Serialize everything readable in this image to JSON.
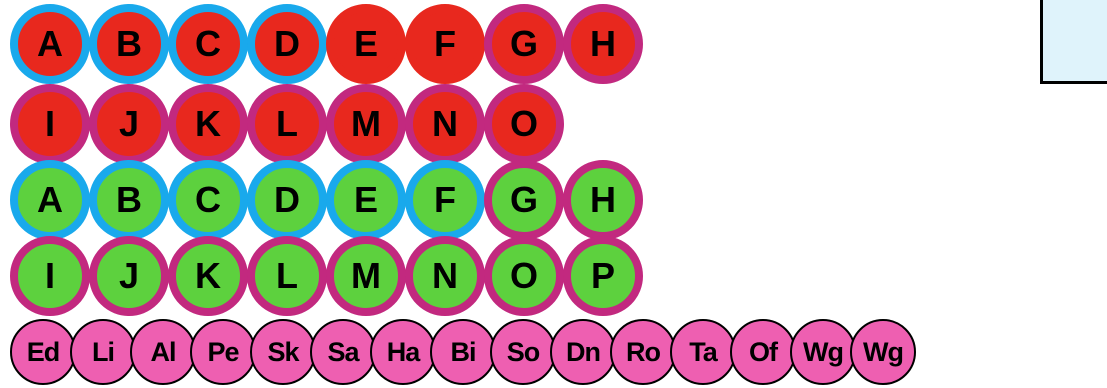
{
  "colors": {
    "red": "#e8281e",
    "green": "#5dd13e",
    "blue_ring": "#19a9ec",
    "magenta_ring": "#c2297f",
    "pink": "#ee5fb1",
    "outline": "#000000",
    "box_fill": "#dff3fb"
  },
  "rows": [
    {
      "kind": "big",
      "tokens": [
        {
          "label": "A",
          "fill": "red",
          "ring": "blue_ring"
        },
        {
          "label": "B",
          "fill": "red",
          "ring": "blue_ring"
        },
        {
          "label": "C",
          "fill": "red",
          "ring": "blue_ring"
        },
        {
          "label": "D",
          "fill": "red",
          "ring": "blue_ring"
        },
        {
          "label": "E",
          "fill": "red",
          "ring": "red"
        },
        {
          "label": "F",
          "fill": "red",
          "ring": "red"
        },
        {
          "label": "G",
          "fill": "red",
          "ring": "magenta_ring"
        },
        {
          "label": "H",
          "fill": "red",
          "ring": "magenta_ring"
        }
      ]
    },
    {
      "kind": "big",
      "tokens": [
        {
          "label": "I",
          "fill": "red",
          "ring": "magenta_ring"
        },
        {
          "label": "J",
          "fill": "red",
          "ring": "magenta_ring"
        },
        {
          "label": "K",
          "fill": "red",
          "ring": "magenta_ring"
        },
        {
          "label": "L",
          "fill": "red",
          "ring": "magenta_ring"
        },
        {
          "label": "M",
          "fill": "red",
          "ring": "magenta_ring"
        },
        {
          "label": "N",
          "fill": "red",
          "ring": "magenta_ring"
        },
        {
          "label": "O",
          "fill": "red",
          "ring": "magenta_ring"
        }
      ]
    },
    {
      "kind": "big",
      "tokens": [
        {
          "label": "A",
          "fill": "green",
          "ring": "blue_ring"
        },
        {
          "label": "B",
          "fill": "green",
          "ring": "blue_ring"
        },
        {
          "label": "C",
          "fill": "green",
          "ring": "blue_ring"
        },
        {
          "label": "D",
          "fill": "green",
          "ring": "blue_ring"
        },
        {
          "label": "E",
          "fill": "green",
          "ring": "blue_ring"
        },
        {
          "label": "F",
          "fill": "green",
          "ring": "blue_ring"
        },
        {
          "label": "G",
          "fill": "green",
          "ring": "magenta_ring"
        },
        {
          "label": "H",
          "fill": "green",
          "ring": "magenta_ring"
        }
      ]
    },
    {
      "kind": "big",
      "tokens": [
        {
          "label": "I",
          "fill": "green",
          "ring": "magenta_ring"
        },
        {
          "label": "J",
          "fill": "green",
          "ring": "magenta_ring"
        },
        {
          "label": "K",
          "fill": "green",
          "ring": "magenta_ring"
        },
        {
          "label": "L",
          "fill": "green",
          "ring": "magenta_ring"
        },
        {
          "label": "M",
          "fill": "green",
          "ring": "magenta_ring"
        },
        {
          "label": "N",
          "fill": "green",
          "ring": "magenta_ring"
        },
        {
          "label": "O",
          "fill": "green",
          "ring": "magenta_ring"
        },
        {
          "label": "P",
          "fill": "green",
          "ring": "magenta_ring"
        }
      ]
    },
    {
      "kind": "small",
      "tokens": [
        {
          "label": "Ed",
          "fill": "pink",
          "ring": "outline"
        },
        {
          "label": "Li",
          "fill": "pink",
          "ring": "outline"
        },
        {
          "label": "Al",
          "fill": "pink",
          "ring": "outline"
        },
        {
          "label": "Pe",
          "fill": "pink",
          "ring": "outline"
        },
        {
          "label": "Sk",
          "fill": "pink",
          "ring": "outline"
        },
        {
          "label": "Sa",
          "fill": "pink",
          "ring": "outline"
        },
        {
          "label": "Ha",
          "fill": "pink",
          "ring": "outline"
        },
        {
          "label": "Bi",
          "fill": "pink",
          "ring": "outline"
        },
        {
          "label": "So",
          "fill": "pink",
          "ring": "outline"
        },
        {
          "label": "Dn",
          "fill": "pink",
          "ring": "outline"
        },
        {
          "label": "Ro",
          "fill": "pink",
          "ring": "outline"
        },
        {
          "label": "Ta",
          "fill": "pink",
          "ring": "outline"
        },
        {
          "label": "Of",
          "fill": "pink",
          "ring": "outline"
        },
        {
          "label": "Wg",
          "fill": "pink",
          "ring": "outline"
        },
        {
          "label": "Wg",
          "fill": "pink",
          "ring": "outline"
        }
      ]
    }
  ]
}
